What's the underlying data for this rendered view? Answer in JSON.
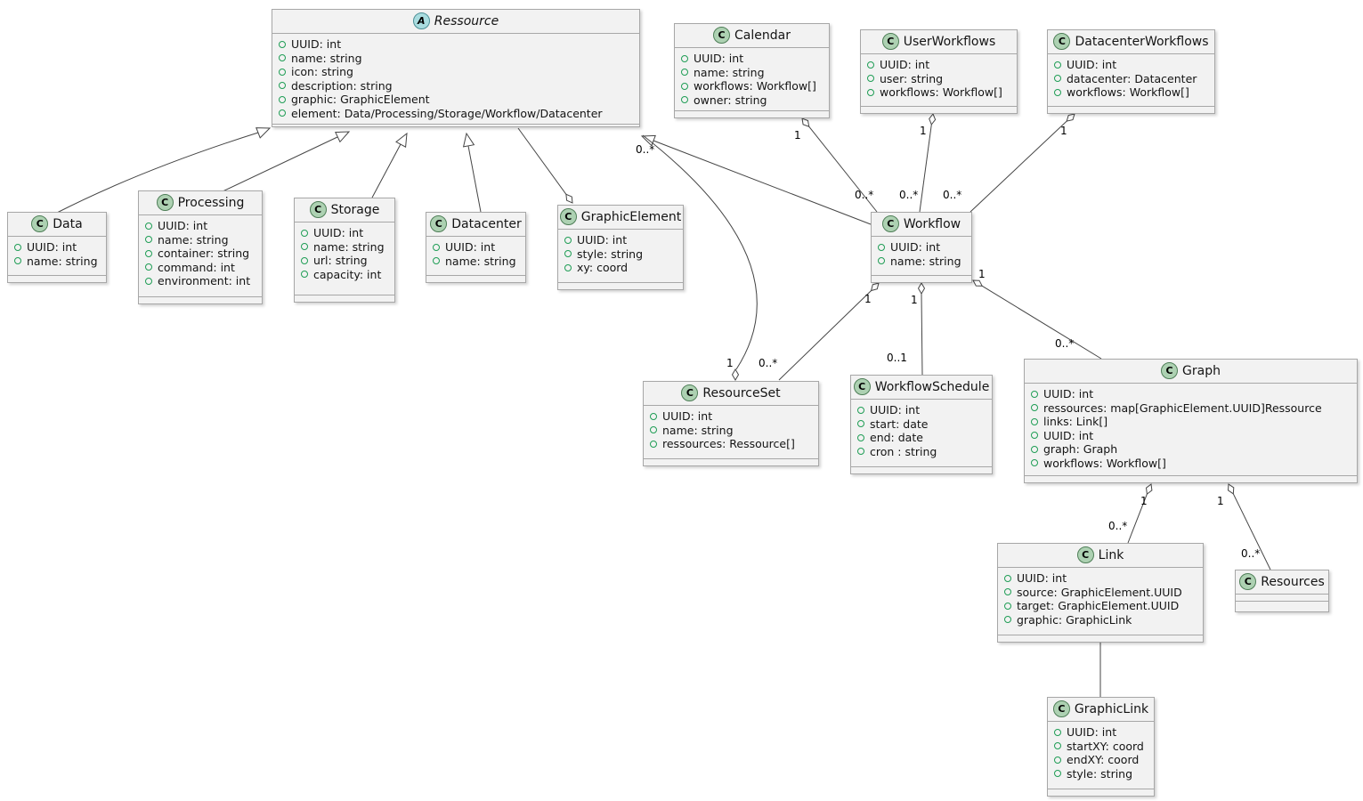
{
  "diagram": {
    "kind": "uml-class-diagram",
    "colors": {
      "background": "#ffffff",
      "box_fill": "#f2f2f2",
      "box_border": "#a7a7a7",
      "edge": "#454545",
      "class_icon_fill": "#ADD1B2",
      "abstract_icon_fill": "#A9DCDF",
      "field_circle": "#1f9d55"
    }
  },
  "mult": {
    "one": "1",
    "many": "0..*",
    "opt": "0..1"
  },
  "classes": [
    {
      "icon": "A",
      "name": "Ressource",
      "abstract": true,
      "attributes": [
        "UUID: int",
        "name: string",
        "icon: string",
        "description: string",
        "graphic: GraphicElement",
        "element: Data/Processing/Storage/Workflow/Datacenter"
      ]
    },
    {
      "icon": "C",
      "name": "Calendar",
      "attributes": [
        "UUID: int",
        "name: string",
        "workflows: Workflow[]",
        "owner: string"
      ]
    },
    {
      "icon": "C",
      "name": "UserWorkflows",
      "attributes": [
        "UUID: int",
        "user: string",
        "workflows: Workflow[]"
      ]
    },
    {
      "icon": "C",
      "name": "DatacenterWorkflows",
      "attributes": [
        "UUID: int",
        "datacenter: Datacenter",
        "workflows: Workflow[]"
      ]
    },
    {
      "icon": "C",
      "name": "Data",
      "attributes": [
        "UUID: int",
        "name: string"
      ]
    },
    {
      "icon": "C",
      "name": "Processing",
      "attributes": [
        "UUID: int",
        "name: string",
        "container: string",
        "command: int",
        "environment: int"
      ]
    },
    {
      "icon": "C",
      "name": "Storage",
      "attributes": [
        "UUID: int",
        "name: string",
        "url: string",
        "capacity: int"
      ]
    },
    {
      "icon": "C",
      "name": "Datacenter",
      "attributes": [
        "UUID: int",
        "name: string"
      ]
    },
    {
      "icon": "C",
      "name": "GraphicElement",
      "attributes": [
        "UUID: int",
        "style: string",
        "xy: coord"
      ]
    },
    {
      "icon": "C",
      "name": "Workflow",
      "attributes": [
        "UUID: int",
        "name: string"
      ]
    },
    {
      "icon": "C",
      "name": "ResourceSet",
      "attributes": [
        "UUID: int",
        "name: string",
        "ressources: Ressource[]"
      ]
    },
    {
      "icon": "C",
      "name": "WorkflowSchedule",
      "attributes": [
        "UUID: int",
        "start: date",
        "end: date",
        "cron : string"
      ]
    },
    {
      "icon": "C",
      "name": "Graph",
      "attributes": [
        "UUID: int",
        "ressources: map[GraphicElement.UUID]Ressource",
        "links: Link[]",
        "UUID: int",
        "graph: Graph",
        "workflows: Workflow[]"
      ]
    },
    {
      "icon": "C",
      "name": "Link",
      "attributes": [
        "UUID: int",
        "source: GraphicElement.UUID",
        "target: GraphicElement.UUID",
        "graphic: GraphicLink"
      ]
    },
    {
      "icon": "C",
      "name": "Resources",
      "attributes": []
    },
    {
      "icon": "C",
      "name": "GraphicLink",
      "attributes": [
        "UUID: int",
        "startXY: coord",
        "endXY: coord",
        "style: string"
      ]
    }
  ],
  "relations": [
    {
      "type": "generalization",
      "from": "Data",
      "to": "Ressource"
    },
    {
      "type": "generalization",
      "from": "Processing",
      "to": "Ressource"
    },
    {
      "type": "generalization",
      "from": "Storage",
      "to": "Ressource"
    },
    {
      "type": "generalization",
      "from": "Datacenter",
      "to": "Ressource"
    },
    {
      "type": "generalization",
      "from": "Workflow",
      "to": "Ressource"
    },
    {
      "type": "aggregation",
      "owner": "GraphicElement",
      "part": "Ressource"
    },
    {
      "type": "aggregation",
      "owner": "Calendar",
      "part": "Workflow",
      "owner_mult": "1",
      "part_mult": "0..*"
    },
    {
      "type": "aggregation",
      "owner": "UserWorkflows",
      "part": "Workflow",
      "owner_mult": "1",
      "part_mult": "0..*"
    },
    {
      "type": "aggregation",
      "owner": "DatacenterWorkflows",
      "part": "Workflow",
      "owner_mult": "1",
      "part_mult": "0..*"
    },
    {
      "type": "aggregation",
      "owner": "ResourceSet",
      "part": "Ressource",
      "owner_mult": "1",
      "part_mult": "0..*"
    },
    {
      "type": "aggregation",
      "owner": "Workflow",
      "part": "ResourceSet",
      "owner_mult": "1",
      "part_mult": "0..*"
    },
    {
      "type": "aggregation",
      "owner": "Workflow",
      "part": "WorkflowSchedule",
      "owner_mult": "1",
      "part_mult": "0..1"
    },
    {
      "type": "aggregation",
      "owner": "Workflow",
      "part": "Graph",
      "owner_mult": "1",
      "part_mult": "0..*"
    },
    {
      "type": "aggregation",
      "owner": "Graph",
      "part": "Link",
      "owner_mult": "1",
      "part_mult": "0..*"
    },
    {
      "type": "aggregation",
      "owner": "Graph",
      "part": "Resources",
      "owner_mult": "1",
      "part_mult": "0..*"
    },
    {
      "type": "association",
      "from": "Link",
      "to": "GraphicLink"
    }
  ]
}
